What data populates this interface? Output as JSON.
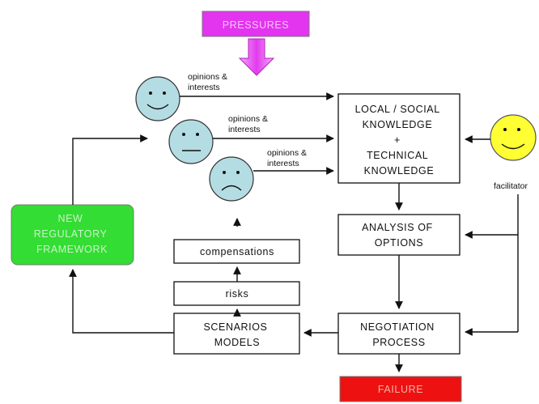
{
  "pressures": {
    "label": "PRESSURES",
    "fill": "#e334f0",
    "text": "#f3c6f7"
  },
  "opinions_label_1": [
    "opinions &",
    "interests"
  ],
  "opinions_label_2": [
    "opinions &",
    "interests"
  ],
  "opinions_label_3": [
    "opinions &",
    "interests"
  ],
  "knowledge_box": {
    "lines": [
      "LOCAL / SOCIAL",
      "KNOWLEDGE",
      "+",
      "TECHNICAL",
      "KNOWLEDGE"
    ]
  },
  "analysis_box": {
    "lines": [
      "ANALYSIS OF",
      "OPTIONS"
    ]
  },
  "negotiation_box": {
    "lines": [
      "NEGOTIATION",
      "PROCESS"
    ]
  },
  "scenarios_box": {
    "lines": [
      "SCENARIOS",
      "MODELS"
    ]
  },
  "risks_box": {
    "label": "risks"
  },
  "compensations_box": {
    "label": "compensations"
  },
  "framework_box": {
    "lines": [
      "NEW",
      "REGULATORY",
      "FRAMEWORK"
    ],
    "fill": "#33dd33",
    "text": "#c9f3c9"
  },
  "failure_box": {
    "label": "FAILURE",
    "fill": "#ee1111",
    "text": "#f6b0a8"
  },
  "facilitator": {
    "label": "facilitator",
    "fill": "#ffff33"
  },
  "stakeholder_face_fill": "#b4dde3"
}
